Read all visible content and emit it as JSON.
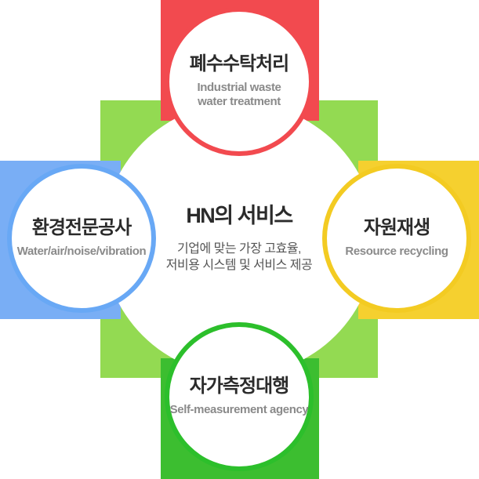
{
  "colors": {
    "light_green_square": "#93da52",
    "title_text": "#2b2b2b",
    "node_subtitle_text": "#8a8a8a",
    "center_subtitle_text": "#555555"
  },
  "center": {
    "title": "HN의 서비스",
    "subtitle_line1": "기업에 맞는 가장 고효율,",
    "subtitle_line2": "저비용 시스템 및 서비스 제공"
  },
  "services": {
    "top": {
      "title": "폐수수탁처리",
      "subtitle_line1": "Industrial waste",
      "subtitle_line2": "water treatment",
      "ring_color": "#f24a4f",
      "rect_color": "#f24a4f"
    },
    "left": {
      "title": "환경전문공사",
      "subtitle_line1": "Water/air/noise/vibration",
      "subtitle_line2": "",
      "ring_color": "#68a8f5",
      "rect_color": "#79aef5"
    },
    "right": {
      "title": "자원재생",
      "subtitle_line1": "Resource recycling",
      "subtitle_line2": "",
      "ring_color": "#f3cb22",
      "rect_color": "#f5d02f"
    },
    "bottom": {
      "title": "자가측정대행",
      "subtitle_line1": "Self-measurement agency",
      "subtitle_line2": "",
      "ring_color": "#2cbf2b",
      "rect_color": "#3cbe30"
    }
  }
}
